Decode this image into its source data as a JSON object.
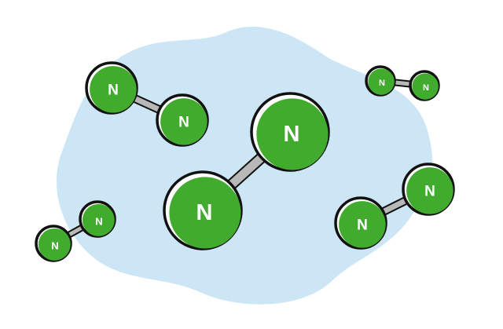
{
  "illustration": {
    "title": "Nitrogen molecules (N2)",
    "colors": {
      "atom": "#41ab2e",
      "outline": "#111111",
      "bond": "#b8b8b8",
      "blob": "#cde6f6"
    },
    "molecules": [
      {
        "name": "molecule-top-left",
        "atoms": [
          {
            "label": "N"
          },
          {
            "label": "N"
          }
        ]
      },
      {
        "name": "molecule-center-large",
        "atoms": [
          {
            "label": "N"
          },
          {
            "label": "N"
          }
        ]
      },
      {
        "name": "molecule-top-right-small",
        "atoms": [
          {
            "label": "N"
          },
          {
            "label": "N"
          }
        ]
      },
      {
        "name": "molecule-right",
        "atoms": [
          {
            "label": "N"
          },
          {
            "label": "N"
          }
        ]
      },
      {
        "name": "molecule-bottom-left-small",
        "atoms": [
          {
            "label": "N"
          },
          {
            "label": "N"
          }
        ]
      }
    ]
  }
}
